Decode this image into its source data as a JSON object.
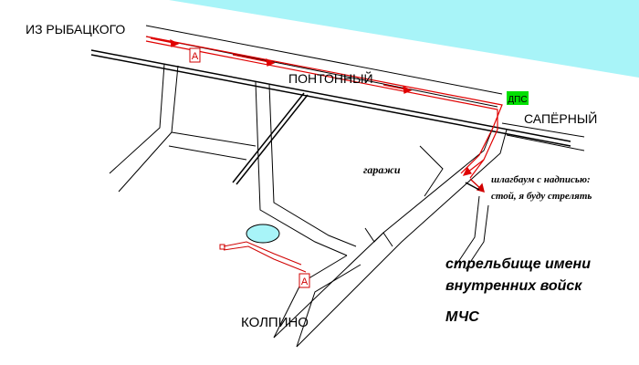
{
  "colors": {
    "water": "#a8f4f8",
    "road": "#000000",
    "route": "#e00000",
    "railway": "#000000",
    "pond": "#a8f4f8",
    "dps_badge": "#00e000",
    "sign_border": "#d00000"
  },
  "labels": {
    "from_rybatsky": "ИЗ РЫБАЦКОГО",
    "pontonny": "ПОНТОННЫЙ",
    "saperny": "САПЁРНЫЙ",
    "kolpino": "КОЛПИНО",
    "garazhi": "гаражи",
    "barrier_line1": "шлагбаум с надписью:",
    "barrier_line2": "стой, я буду стрелять",
    "range_line1": "стрельбище имени",
    "range_line2": "внутренних войск",
    "range_line3": "МЧС"
  },
  "markers": {
    "sign_a_top": "А",
    "sign_a_bottom": "А",
    "dps": "ДПС"
  },
  "icons": [
    "route-arrow-icon",
    "barrier-icon"
  ]
}
